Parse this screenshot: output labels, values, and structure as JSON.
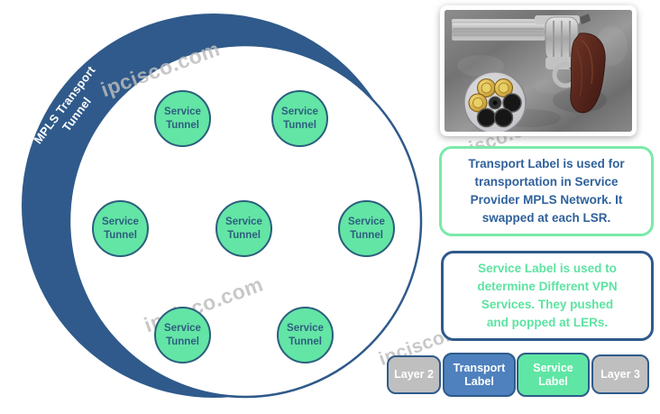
{
  "watermark": {
    "text": "ipcisco.com"
  },
  "diagram": {
    "transport_tunnel_label": "MPLS Transport\nTunnel",
    "service_tunnel_label": "Service\nTunnel",
    "service_tunnel_count": 7
  },
  "callouts": {
    "transport_text": "Transport Label is  used for\ntransportation in Service\nProvider MPLS Network. It\nswapped at each LSR.",
    "service_text": "Service Label is  used to\ndetermine Different VPN\nServices. They pushed\nand popped  at LERs."
  },
  "label_stack": [
    {
      "id": "layer2",
      "label": "Layer 2",
      "fill": "#BFBFBF"
    },
    {
      "id": "transport-label",
      "label": "Transport\nLabel",
      "fill": "#4E81BD"
    },
    {
      "id": "service-label",
      "label": "Service\nLabel",
      "fill": "#5FE6A4"
    },
    {
      "id": "layer3",
      "label": "Layer 3",
      "fill": "#BFBFBF"
    }
  ],
  "photo": {
    "subject": "revolver-with-loaded-cylinder"
  },
  "colors": {
    "navy": "#2F5A8B",
    "mint_fill": "#63E5A5",
    "mint_border": "#7BE9A8",
    "tunnel_node_border": "#2A5F7D",
    "tunnel_node_text": "#2E5F7F",
    "callout_transport_text": "#30619B",
    "callout_service_text": "#5DE3A2",
    "label_gray": "#BFBFBF",
    "label_blue": "#4E81BD",
    "label_green": "#5FE6A4",
    "watermark_gray": "#BDBDBD"
  }
}
